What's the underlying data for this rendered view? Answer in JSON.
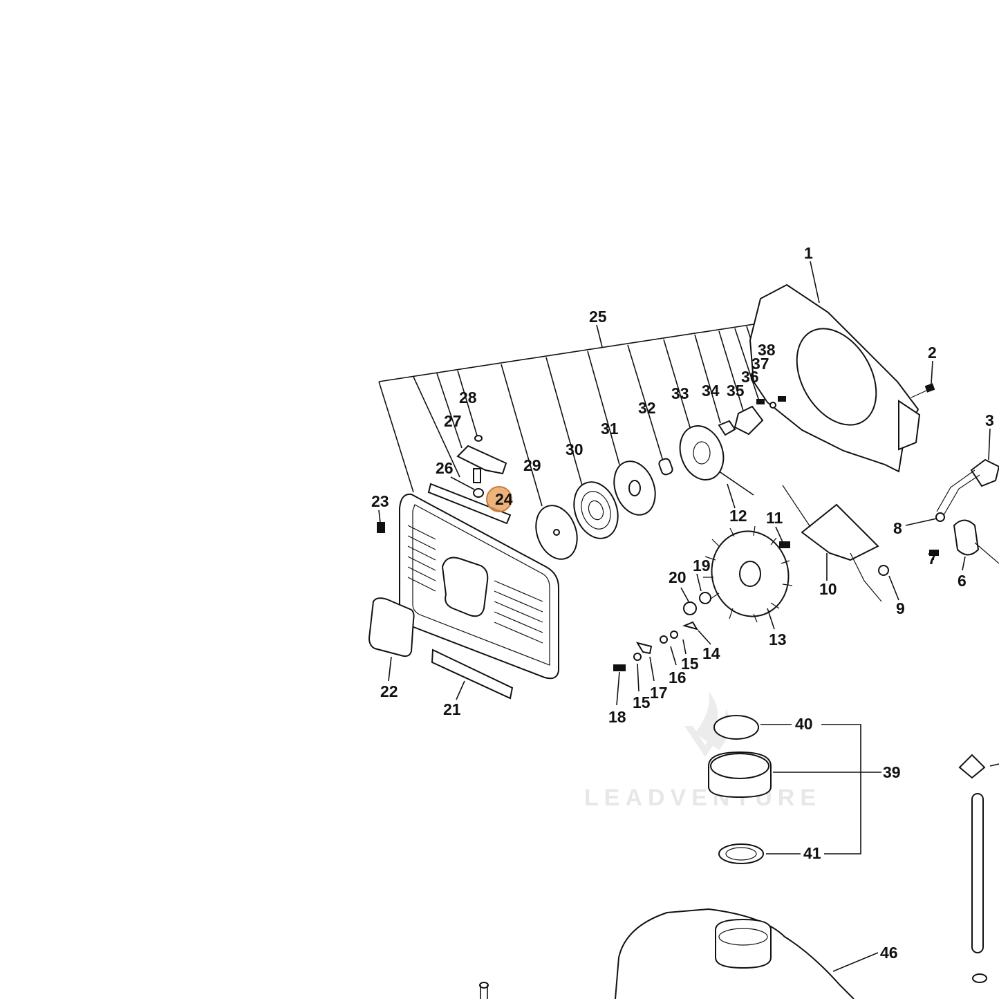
{
  "watermark": "LEADVENTURE",
  "highlight": {
    "part": "24",
    "color": "#e8a05e",
    "stroke": "#c87a35"
  },
  "parts": {
    "p1": "1",
    "p2": "2",
    "p3": "3",
    "p6": "6",
    "p7": "7",
    "p8": "8",
    "p9": "9",
    "p10": "10",
    "p11": "11",
    "p12": "12",
    "p13": "13",
    "p14": "14",
    "p15a": "15",
    "p15b": "15",
    "p16": "16",
    "p17": "17",
    "p18": "18",
    "p19": "19",
    "p20": "20",
    "p21": "21",
    "p22": "22",
    "p23": "23",
    "p24": "24",
    "p25": "25",
    "p26": "26",
    "p27": "27",
    "p28": "28",
    "p29": "29",
    "p30": "30",
    "p31": "31",
    "p32": "32",
    "p33": "33",
    "p34": "34",
    "p35": "35",
    "p36": "36",
    "p37": "37",
    "p38": "38",
    "p39": "39",
    "p40": "40",
    "p41": "41",
    "p46": "46"
  }
}
